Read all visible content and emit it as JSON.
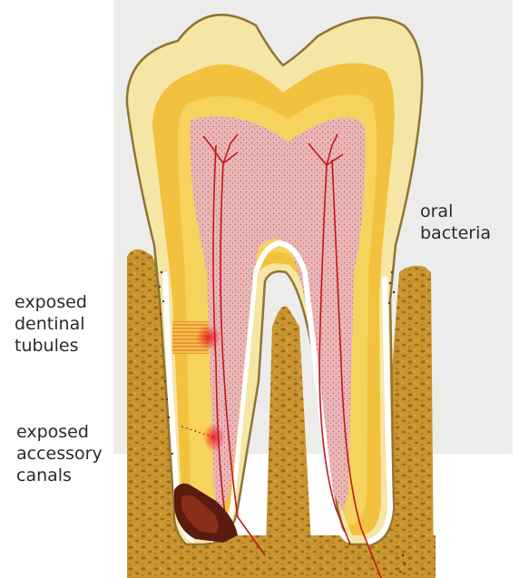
{
  "labels": {
    "oral_bacteria": [
      "oral",
      "bacteria"
    ],
    "exposed_dentinal_tubules": [
      "exposed",
      "dentinal",
      "tubules"
    ],
    "exposed_accessory_canals": [
      "exposed",
      "accessory",
      "canals"
    ]
  },
  "colors": {
    "bone": "#c9952f",
    "bone_texture": "#8a5a18",
    "gum_background": "#ececeb",
    "enamel": "#f6e6a6",
    "enamel_outline": "#8f7436",
    "dentin": "#f2c23e",
    "dentin_inner": "#f5d35c",
    "pulp": "#eab7b7",
    "nerve": "#c3161b",
    "ligament_gap": "#ffffff",
    "lesion": "#5a1b10",
    "text": "#2a2a2a"
  },
  "icons": [
    "tooth-cross-section-illustration"
  ]
}
